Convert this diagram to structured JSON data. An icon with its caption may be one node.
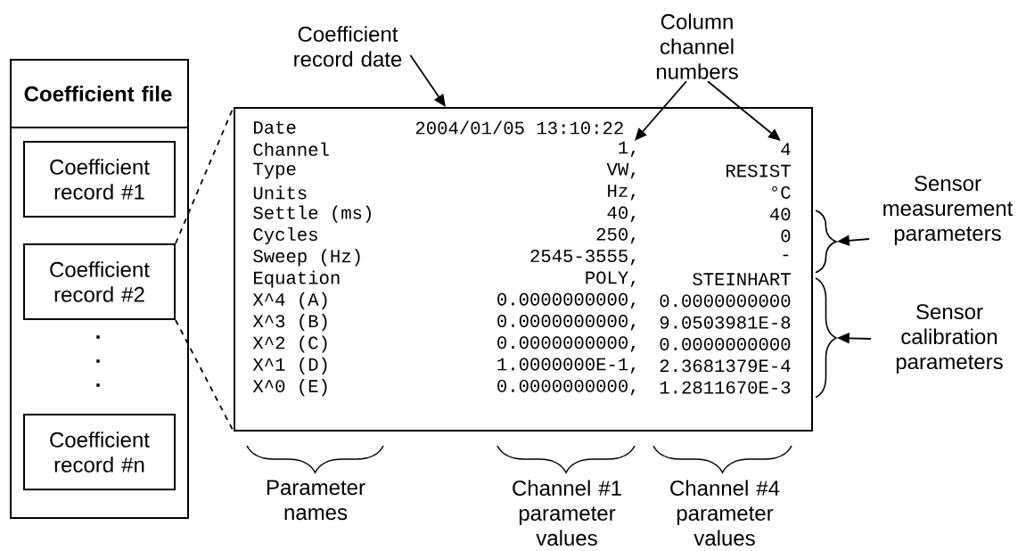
{
  "diagram": {
    "nodes": [
      {
        "text": [
          "Coefficient file"
        ]
      },
      {
        "text": [
          "Coefficient record #1"
        ],
        "in": 0
      },
      {
        "text": [
          "Coefficient record #2"
        ],
        "in": 0
      },
      {
        "text": [
          "Coefficient record #n"
        ],
        "in": 0
      },
      {
        "text": [],
        "shape": "box"
      },
      {
        "text": [
          "Coefficient record date"
        ]
      },
      {
        "text": [
          "Column channel numbers"
        ]
      },
      {
        "text": [
          "Sensor measurement parameters"
        ]
      },
      {
        "text": [],
        "shape": "brace"
      },
      {
        "text": [
          "Sensor calibration parameters"
        ]
      },
      {
        "text": [],
        "shape": "brace"
      }
    ],
    "edges": [
      {
        "from": 2,
        "to": 4,
        "arrow": "none",
        "style": "dashed"
      },
      {
        "from": 2,
        "to": 4,
        "arrow": "none",
        "style": "dashed"
      },
      {
        "from": 5,
        "to": 4,
        "arrow": "to"
      },
      {
        "from": 6,
        "to": 4,
        "arrow": "to"
      },
      {
        "from": 6,
        "to": 4,
        "arrow": "to"
      },
      {
        "from": 7,
        "to": 8,
        "arrow": "to"
      },
      {
        "from": 9,
        "to": 10,
        "arrow": "to"
      }
    ],
    "labels": [
      "Date",
      "2004/01/05 13:10:22",
      "Channel",
      "1,",
      "4",
      "Type",
      "VW,",
      "RESIST",
      "Units",
      "Hz,",
      "°C",
      "Settle (ms)",
      "40,",
      "40",
      "Cycles",
      "250,",
      "0",
      "Sweep (Hz)",
      "2545-3555,",
      "-",
      "Equation",
      "POLY,",
      "STEINHART",
      "X^4 (A)",
      "0.0000000000,",
      "0.0000000000",
      "X^3 (B)",
      "0.0000000000,",
      "9.0503981E-8",
      "X^2 (C)",
      "0.0000000000,",
      "0.0000000000",
      "X^1 (D)",
      "1.0000000E-1,",
      "2.3681379E-4",
      "X^0 (E)",
      "0.0000000000,",
      "1.2811670E-3",
      ".",
      ".",
      ".",
      "Parameter names",
      "Channel #1 parameter values",
      "Channel #4 parameter values"
    ]
  }
}
